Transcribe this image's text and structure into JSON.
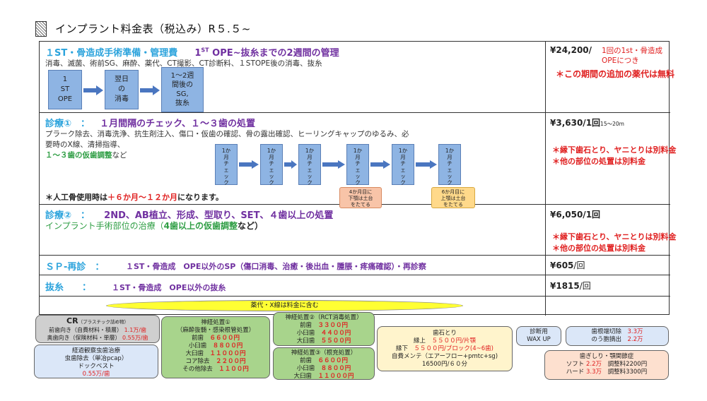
{
  "header": {
    "title": "インプラント料金表（税込み）R５.５~"
  },
  "row1": {
    "heading": "１ST・骨造成手術準備・管理費",
    "sub_prefix": "1",
    "sub_sup": "ST",
    "sub_rest": " OPE~抜糸までの2週間の管理",
    "desc": "消毒、滅菌、術前SG、麻酔、薬代、CT撮影、CT診断料、１STOPE後の消毒、抜糸",
    "flow": [
      "1\nST\nOPE",
      "翌日\nの\n消毒",
      "1～2週\n間後の\nSG,\n抜糸"
    ],
    "price": "¥24,200/",
    "price_note": "1回の1st・骨造成OPEにつき",
    "price_red": "＊この期間の追加の薬代は無料"
  },
  "row2": {
    "heading_label": "診療①　：",
    "heading": "１月間隔のチェック、１～３歯の処置",
    "desc1": "プラーク除去、消毒洗浄、抗生剤注入、傷口・仮歯の確認、骨の露出確認、ヒーリングキャップのゆるみ、必",
    "desc2": "要時のX線、清掃指導、",
    "desc3_green": "１～３歯の仮歯調整",
    "desc3_rest": "など",
    "bone_note_a": "＊人工骨使用時は",
    "bone_note_b": "＋６か月～１２か月",
    "bone_note_c": "になります。",
    "mini_label": "1か\n月\nチ\nェ\nッ\nク",
    "note_lower": "4か月目に\n下顎は土台\nをたてる",
    "note_upper": "6か月目に\n上顎は土台\nをたてる",
    "price": "¥3,630/1回",
    "price_small": "15～20m",
    "red1": "＊縁下歯石とり、ヤニとりは別料金",
    "red2": "＊他の部位の処置は別料金"
  },
  "row3": {
    "heading_label": "診療②　：",
    "heading": "2ND、AB植立、形成、型取り、SET、４歯以上の処置",
    "desc_green": "インプラント手術部位の治療（",
    "desc_green_bold": "4歯以上の仮歯調整",
    "desc_tail": "など）",
    "price": "¥6,050/1回",
    "red1": "＊縁下歯石とり、ヤニとりは別料金",
    "red2": "＊他の部位の処置は別料金"
  },
  "row4": {
    "heading": "ＳＰ-再診　：",
    "desc": "１ST・骨造成　OPE以外のSP（傷口消毒、治癒・後出血・腫脹・疼痛確認）・再診察",
    "price": "¥605",
    "price_unit": "/回"
  },
  "row5": {
    "heading": "抜糸　　：",
    "desc": "１ST・骨造成　OPE以外の抜糸",
    "price": "¥1815",
    "price_unit": "/回"
  },
  "banner": "薬代・X線は料金に含む",
  "bottom": {
    "cr": {
      "title": "CR",
      "title_small": "（プラスチック詰め物）",
      "l1": "前歯向き（自費材料・積層）",
      "p1": "1.1万/歯",
      "l2": "奥歯向き（保険材料・単層）",
      "p2": "0.55万/歯"
    },
    "obs": {
      "l1": "経過観察虫歯治療",
      "l2": "虫歯除去（単冶pcap）",
      "l3": "ドックベスト",
      "p": "0.55万/歯"
    },
    "nerve1": {
      "title": "神経処置①",
      "sub": "（麻酔抜髄・感染根管処置）",
      "rows": [
        [
          "前歯",
          "６６００円"
        ],
        [
          "小臼歯",
          "８８００円"
        ],
        [
          "大臼歯",
          "１１０００円"
        ],
        [
          "コア除去",
          "２２００円"
        ],
        [
          "その他除去",
          "１１００円"
        ]
      ]
    },
    "nerve2": {
      "title": "神経処置②（RCT消毒処置）",
      "rows": [
        [
          "前歯",
          "３３００円"
        ],
        [
          "小臼歯",
          "４４００円"
        ],
        [
          "大臼歯",
          "５５００円"
        ]
      ]
    },
    "nerve3": {
      "title": "神経処置③（根充処置）",
      "rows": [
        [
          "前歯",
          "６６００円"
        ],
        [
          "小臼歯",
          "８８００円"
        ],
        [
          "大臼歯",
          "１１０００円"
        ]
      ]
    },
    "scale": {
      "title": "歯石とり",
      "l1": "縁上",
      "p1": "５５００円/片顎",
      "l2": "縁下",
      "p2": "５５００円/ブロック(4~6歯)",
      "l3": "自費メンテ（エアーフロー+pmtc+sg)",
      "l4": "16500円/６０分"
    },
    "wax": {
      "l1": "診断用",
      "l2": "WAX UP"
    },
    "apico": {
      "l1": "歯根端切除",
      "p1": "3.3万",
      "l2": "のう胞摘出",
      "p2": "2.2万"
    },
    "guard": {
      "title": "歯ぎしり・顎関節症",
      "l1": "ソフト",
      "p1": "2.2万",
      "a1": "調整料2200円",
      "l2": "ハード",
      "p2": "3.3万",
      "a2": "調整料3300円"
    }
  }
}
